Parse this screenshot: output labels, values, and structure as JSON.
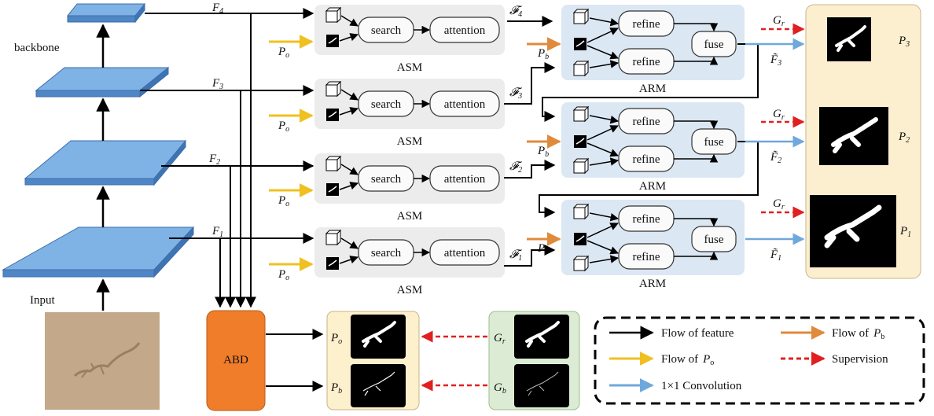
{
  "labels": {
    "backbone": "backbone",
    "input": "Input",
    "abd": "ABD",
    "asm": "ASM",
    "arm": "ARM",
    "search": "search",
    "attention": "attention",
    "refine": "refine",
    "fuse": "fuse"
  },
  "features": {
    "F4": "F",
    "F4_sub": "4",
    "F3": "F",
    "F3_sub": "3",
    "F2": "F",
    "F2_sub": "2",
    "F1": "F",
    "F1_sub": "1",
    "cF4": "𝓕",
    "cF4_sub": "4",
    "cF3": "𝓕",
    "cF3_sub": "3",
    "cF2": "𝓕",
    "cF2_sub": "2",
    "cF1": "𝓕",
    "cF1_sub": "1",
    "tF3": "F̃",
    "tF3_sub": "3",
    "tF2": "F̃",
    "tF2_sub": "2",
    "tF1": "F̃",
    "tF1_sub": "1"
  },
  "priors": {
    "Po": "P",
    "Po_sub": "o",
    "Pb": "P",
    "Pb_sub": "b",
    "Gr": "G",
    "Gr_sub": "r",
    "Gb": "G",
    "Gb_sub": "b",
    "P3": "P",
    "P3_sub": "3",
    "P2": "P",
    "P2_sub": "2",
    "P1": "P",
    "P1_sub": "1"
  },
  "legend": {
    "feature": "Flow of feature",
    "po_prefix": "Flow of",
    "po_var": "P",
    "po_sub": "o",
    "conv": "1×1 Convolution",
    "pb_prefix": "Flow of",
    "pb_var": "P",
    "pb_sub": "b",
    "supervision": "Supervision"
  },
  "colors": {
    "backbone_blue": "#5b9bd5",
    "feature_flow": "#000000",
    "po_flow": "#f0c020",
    "pb_flow": "#e08a3c",
    "supervision": "#e02020",
    "conv": "#6fa8dc",
    "asm_bg": "#ececec",
    "arm_bg": "#dbe7f3",
    "output_bg": "#fcefd0",
    "abd": "#f07d2a",
    "prior_bg": "#fdf0cc",
    "gt_bg": "#dcecd4"
  }
}
